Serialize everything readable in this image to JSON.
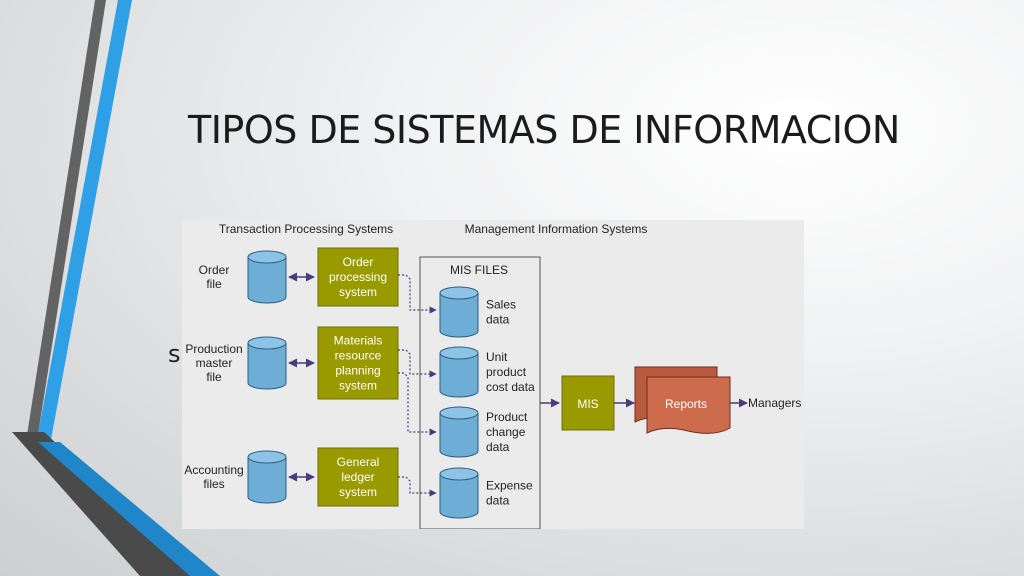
{
  "slide": {
    "title": "TIPOS DE SISTEMAS DE INFORMACION",
    "bullet_fragment": "s"
  },
  "diagram": {
    "headers": {
      "tps": "Transaction Processing Systems",
      "mis": "Management Information Systems"
    },
    "tps_files": [
      [
        "Order",
        "file"
      ],
      [
        "Production",
        "master",
        "file"
      ],
      [
        "Accounting",
        "files"
      ]
    ],
    "tps_systems": [
      [
        "Order",
        "processing",
        "system"
      ],
      [
        "Materials",
        "resource",
        "planning",
        "system"
      ],
      [
        "General",
        "ledger",
        "system"
      ]
    ],
    "mis_files_title": "MIS FILES",
    "mis_files": [
      [
        "Sales",
        "data"
      ],
      [
        "Unit",
        "product",
        "cost data"
      ],
      [
        "Product",
        "change",
        "data"
      ],
      [
        "Expense",
        "data"
      ]
    ],
    "mis_box": "MIS",
    "reports": "Reports",
    "managers": "Managers",
    "colors": {
      "system_box": "#999a00",
      "cylinder": "#6eadd6",
      "reports": "#cd6b4d",
      "arrow": "#4b3a7c",
      "background": "#ebebec"
    }
  }
}
